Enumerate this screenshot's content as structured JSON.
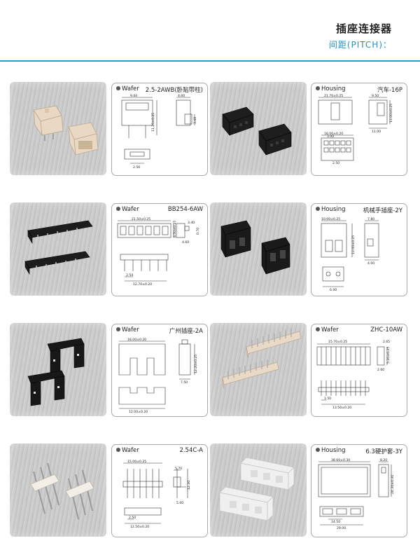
{
  "header": {
    "title": "插座连接器",
    "subtitle": "间距(PITCH)："
  },
  "products": [
    {
      "type": "Wafer",
      "model": "2.5-2AWB(卧贴带柱)",
      "dims": [
        "9.00",
        "4.00",
        "11.20±0.25",
        "3.40",
        "2.50"
      ]
    },
    {
      "type": "Housing",
      "model": "汽车-16P",
      "dims": [
        "21.70±0.25",
        "9.50",
        "13.00±0.25",
        "11.00",
        "18.00±0.20",
        "3.00",
        "2.50"
      ]
    },
    {
      "type": "Wafer",
      "model": "BB254-6AW",
      "dims": [
        "21.50±0.25",
        "3.40",
        "8.50±0.25",
        "0.70",
        "4.60",
        "2.54",
        "12.70±0.20"
      ]
    },
    {
      "type": "Housing",
      "model": "机械手插座-2Y",
      "dims": [
        "10.00±0.25",
        "7.80",
        "13.00±0.25",
        "4.00",
        "6.00"
      ]
    },
    {
      "type": "Wafer",
      "model": "广州插座-2A",
      "dims": [
        "18.00±0.20",
        "12.20±0.25",
        "7.50",
        "12.00±0.20"
      ]
    },
    {
      "type": "Wafer",
      "model": "ZHC-10AW",
      "dims": [
        "15.70±0.25",
        "2.65",
        "5.20±0.25",
        "2.60",
        "1.50",
        "13.50±0.20"
      ]
    },
    {
      "type": "Wafer",
      "model": "2.54C-A",
      "dims": [
        "15.00±0.25",
        "5.70",
        "12.30",
        "5.00",
        "2.50",
        "12.50±0.20"
      ]
    },
    {
      "type": "Housing",
      "model": "6.3硬护套-3Y",
      "dims": [
        "38.60±0.30",
        "8.20",
        "24.30±0.30",
        "14.50",
        "29.00"
      ]
    }
  ]
}
